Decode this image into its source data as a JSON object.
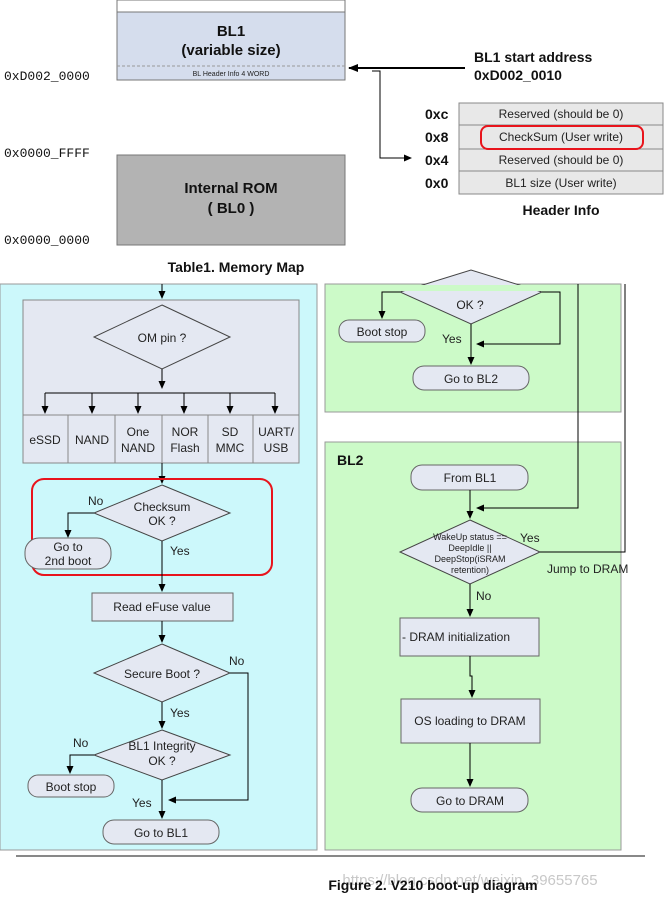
{
  "memory_map": {
    "bl1_title": "BL1",
    "bl1_subtitle": "(variable size)",
    "bl1_header_strip": "BL Header Info 4 WORD",
    "addr_d002": "0xD002_0000",
    "addr_ffff": "0x0000_FFFF",
    "addr_0000": "0x0000_0000",
    "rom_title": "Internal ROM",
    "rom_subtitle": "( BL0 )",
    "bl1_start_label": "BL1 start address",
    "bl1_start_value": "0xD002_0010",
    "caption": "Table1. Memory Map"
  },
  "header_info": {
    "rows": [
      {
        "offset": "0xc",
        "text": "Reserved (should be 0)"
      },
      {
        "offset": "0x8",
        "text": "CheckSum (User write)"
      },
      {
        "offset": "0x4",
        "text": "Reserved (should be 0)"
      },
      {
        "offset": "0x0",
        "text": "BL1 size (User write)"
      }
    ],
    "caption": "Header Info"
  },
  "bl0_flow": {
    "om_pin": "OM pin ?",
    "devices": [
      {
        "line1": "eSSD",
        "line2": ""
      },
      {
        "line1": "NAND",
        "line2": ""
      },
      {
        "line1": "One",
        "line2": "NAND"
      },
      {
        "line1": "NOR",
        "line2": "Flash"
      },
      {
        "line1": "SD",
        "line2": "MMC"
      },
      {
        "line1": "UART/",
        "line2": "USB"
      }
    ],
    "checksum_l1": "Checksum",
    "checksum_l2": "OK ?",
    "no": "No",
    "yes": "Yes",
    "goto2_l1": "Go to",
    "goto2_l2": "2nd boot",
    "efuse": "Read eFuse value",
    "secure": "Secure Boot ?",
    "no2": "No",
    "yes2": "Yes",
    "integrity_l1": "BL1 Integrity",
    "integrity_l2": "OK ?",
    "no3": "No",
    "yes3": "Yes",
    "boot_stop": "Boot stop",
    "goto_bl1": "Go to BL1"
  },
  "bl1_flow": {
    "ok": "OK ?",
    "boot_stop": "Boot stop",
    "yes": "Yes",
    "goto_bl2": "Go to BL2"
  },
  "bl2_flow": {
    "title": "BL2",
    "from_bl1": "From BL1",
    "wake_l1": "WakeUp status ==",
    "wake_l2": "DeepIdle ||",
    "wake_l3": "DeepStop(iSRAM",
    "wake_l4": "retention)",
    "yes": "Yes",
    "jump": "Jump to DRAM",
    "no": "No",
    "dram_init": "- DRAM initialization",
    "os_loading": "OS loading to DRAM",
    "goto_dram": "Go to DRAM"
  },
  "watermark": "https://blog.csdn.net/weixin_39655765",
  "figure_caption": "Figure 2. V210 boot-up diagram",
  "colors": {
    "bl1_fill": "#d5dded",
    "rom_fill": "#b3b3b3",
    "header_fill": "#e8e8e8",
    "cyan_panel": "#ccf8fb",
    "green_panel": "#ccfac8",
    "node_fill": "#e4e8f2",
    "highlight_red": "#e8141c"
  }
}
